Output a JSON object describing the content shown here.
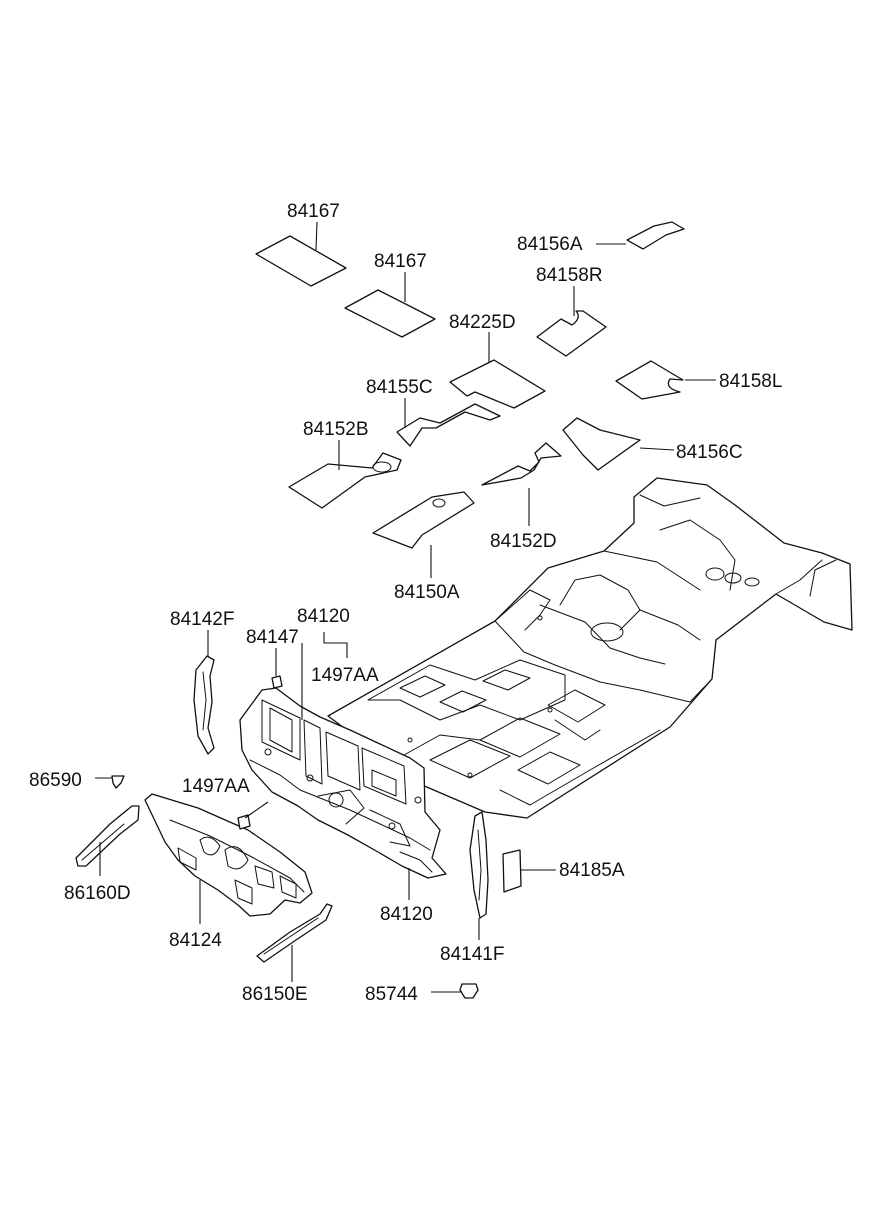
{
  "diagram": {
    "labels": {
      "p84167_a": "84167",
      "p84167_b": "84167",
      "p84156A": "84156A",
      "p84158R": "84158R",
      "p84225D": "84225D",
      "p84155C": "84155C",
      "p84158L": "84158L",
      "p84152B": "84152B",
      "p84156C": "84156C",
      "p84152D": "84152D",
      "p84150A": "84150A",
      "p84142F": "84142F",
      "p84120_top": "84120",
      "p84147": "84147",
      "p1497AA_a": "1497AA",
      "p1497AA_b": "1497AA",
      "p86590": "86590",
      "p86160D": "86160D",
      "p84124": "84124",
      "p84120_bottom": "84120",
      "p84185A": "84185A",
      "p84141F": "84141F",
      "p86150E": "86150E",
      "p85744": "85744"
    }
  }
}
